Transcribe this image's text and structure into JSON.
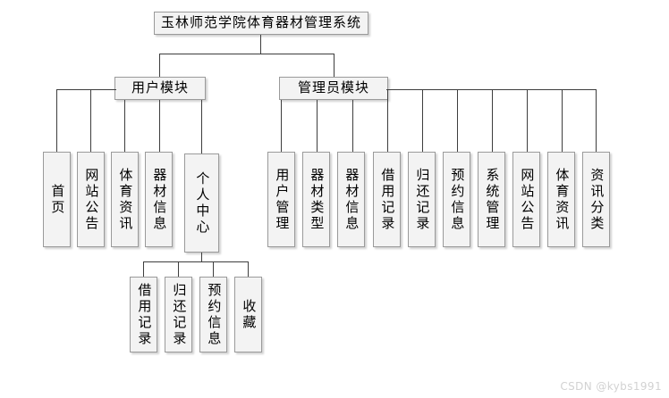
{
  "diagram": {
    "type": "tree",
    "title": "玉林师范学院体育器材管理系统",
    "root": {
      "label": "玉林师范学院体育器材管理系统"
    },
    "modules": [
      {
        "label": "用户模块"
      },
      {
        "label": "管理员模块"
      }
    ],
    "user_children": [
      {
        "label": "首页"
      },
      {
        "label": "网站公告"
      },
      {
        "label": "体育资讯"
      },
      {
        "label": "器材信息"
      },
      {
        "label": "个人中心"
      }
    ],
    "personal_center_children": [
      {
        "label": "借用记录"
      },
      {
        "label": "归还记录"
      },
      {
        "label": "预约信息"
      },
      {
        "label": "收藏"
      }
    ],
    "admin_children": [
      {
        "label": "用户管理"
      },
      {
        "label": "器材类型"
      },
      {
        "label": "器材信息"
      },
      {
        "label": "借用记录"
      },
      {
        "label": "归还记录"
      },
      {
        "label": "预约信息"
      },
      {
        "label": "系统管理"
      },
      {
        "label": "网站公告"
      },
      {
        "label": "体育资讯"
      },
      {
        "label": "资讯分类"
      }
    ]
  },
  "watermark": {
    "text": "CSDN @kybs1991"
  },
  "colors": {
    "node_fill": "#f3f3f3",
    "node_border": "#9a9a9a",
    "connector": "#3d3d3d",
    "text": "#000000",
    "watermark": "#d2d2d2",
    "background": "#ffffff"
  }
}
